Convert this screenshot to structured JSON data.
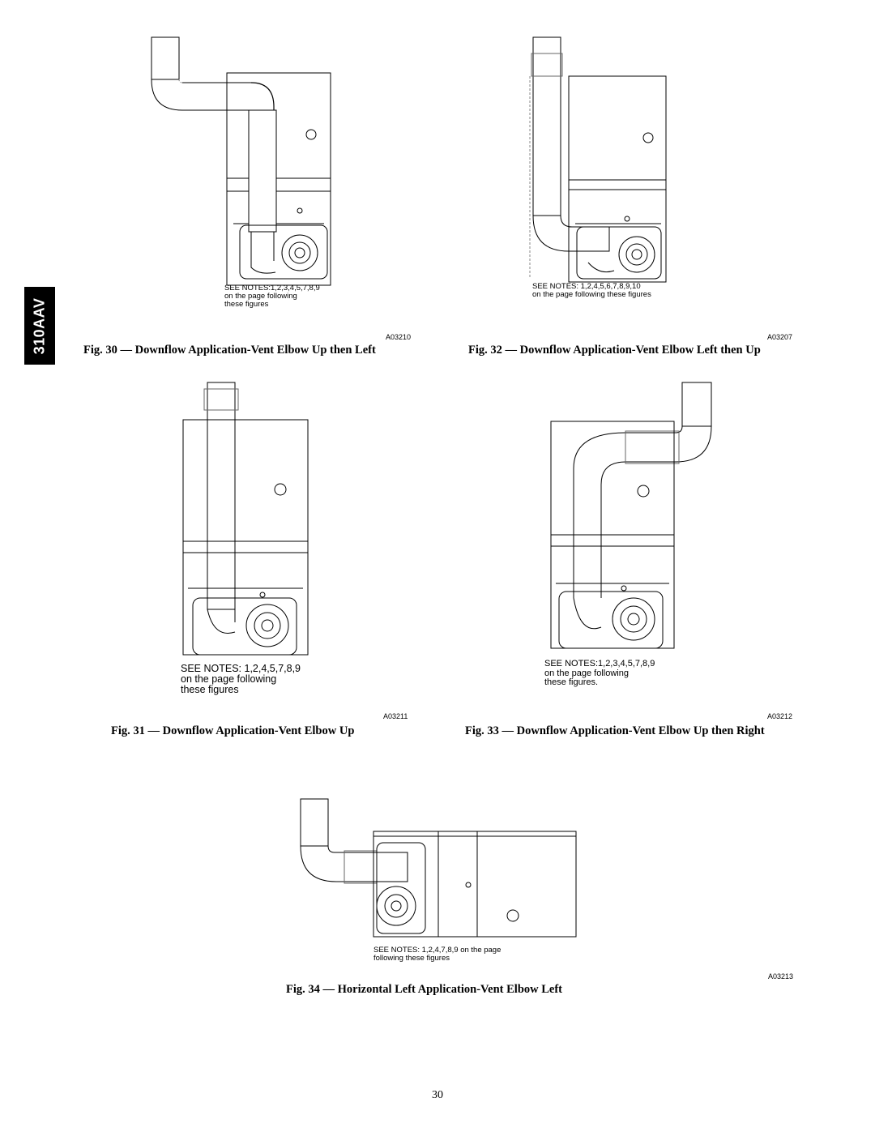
{
  "side_tab": {
    "label": "310AAV"
  },
  "figures": [
    {
      "notes": [
        "SEE NOTES:1,2,3,4,5,7,8,9",
        "on the page following",
        "these figures"
      ],
      "code": "A03210",
      "caption": "Fig. 30 — Downflow Application-Vent Elbow Up then Left"
    },
    {
      "notes": [
        "SEE NOTES: 1,2,4,5,6,7,8,9,10",
        "on the page following these figures"
      ],
      "code": "A03207",
      "caption": "Fig. 32 — Downflow Application-Vent Elbow Left then Up"
    },
    {
      "notes": [
        "SEE NOTES: 1,2,4,5,7,8,9",
        "on the page following",
        "these figures"
      ],
      "code": "A03211",
      "caption": "Fig. 31 — Downflow Application-Vent Elbow Up"
    },
    {
      "notes": [
        "SEE NOTES:1,2,3,4,5,7,8,9",
        "on the page following",
        "these figures."
      ],
      "code": "A03212",
      "caption": "Fig. 33 — Downflow Application-Vent Elbow Up then Right"
    },
    {
      "notes": [
        "SEE NOTES: 1,2,4,7,8,9 on the page",
        "following these figures"
      ],
      "code": "A03213",
      "caption": "Fig. 34 — Horizontal Left Application-Vent Elbow Left"
    }
  ],
  "page_number": "30"
}
